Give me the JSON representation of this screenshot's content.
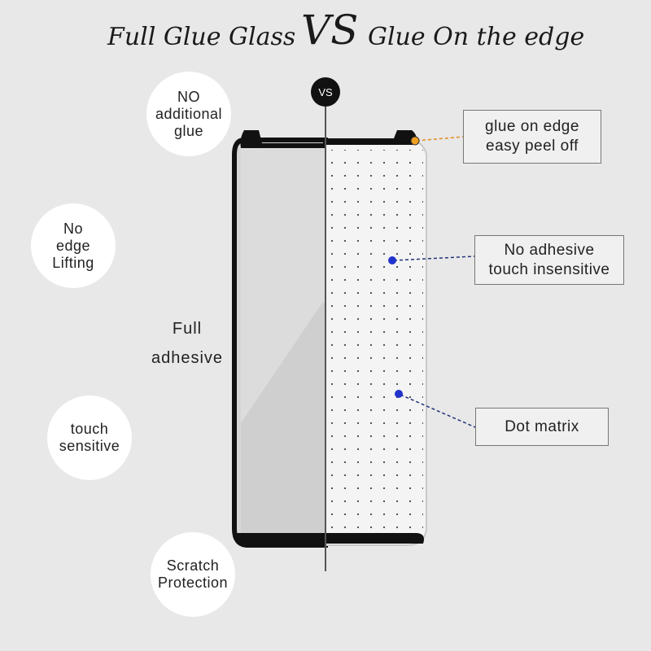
{
  "title": {
    "left": "Full Glue Glass",
    "vs": "VS",
    "right": "Glue On the edge"
  },
  "divider_badge": "VS",
  "left_features": [
    {
      "label": "NO\nadditional\nglue"
    },
    {
      "label": "No\nedge\nLifting"
    },
    {
      "label": "touch\nsensitive"
    },
    {
      "label": "Scratch\nProtection"
    }
  ],
  "left_center_label": "Full\nadhesive",
  "callouts": [
    {
      "label": "glue on edge\neasy peel off",
      "dot_color": "#f0a020"
    },
    {
      "label": "No adhesive\ntouch insensitive",
      "dot_color": "#2233cc"
    },
    {
      "label": "Dot matrix",
      "dot_color": "#2233cc"
    }
  ],
  "colors": {
    "background": "#e8e8e8",
    "phone_edge": "#111111",
    "leader_orange": "#e08a1a",
    "leader_blue": "#223377"
  }
}
